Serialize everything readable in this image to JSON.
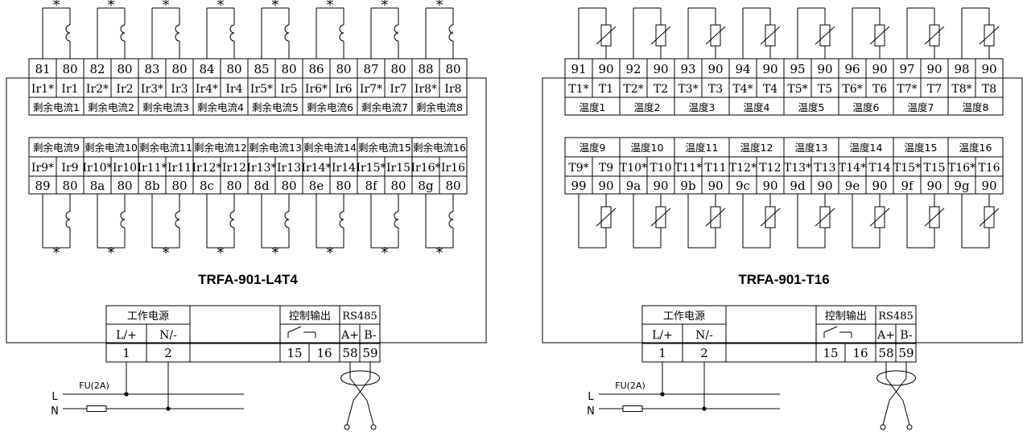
{
  "left": {
    "model": "TRFA-901-L4T4",
    "top_terminals": [
      "81",
      "80",
      "82",
      "80",
      "83",
      "80",
      "84",
      "80",
      "85",
      "80",
      "86",
      "80",
      "87",
      "80",
      "88",
      "80"
    ],
    "top_signals": [
      "Ir1*",
      "Ir1",
      "Ir2*",
      "Ir2",
      "Ir3*",
      "Ir3",
      "Ir4*",
      "Ir4",
      "Ir5*",
      "Ir5",
      "Ir6*",
      "Ir6",
      "Ir7*",
      "Ir7",
      "Ir8*",
      "Ir8"
    ],
    "top_channels": [
      "剩余电流1",
      "剩余电流2",
      "剩余电流3",
      "剩余电流4",
      "剩余电流5",
      "剩余电流6",
      "剩余电流7",
      "剩余电流8"
    ],
    "bottom_channels": [
      "剩余电流9",
      "剩余电流10",
      "剩余电流11",
      "剩余电流12",
      "剩余电流13",
      "剩余电流14",
      "剩余电流15",
      "剩余电流16"
    ],
    "bottom_signals": [
      "Ir9*",
      "Ir9",
      "Ir10*",
      "Ir10",
      "Ir11*",
      "Ir11",
      "Ir12*",
      "Ir12",
      "Ir13*",
      "Ir13",
      "Ir14*",
      "Ir14",
      "Ir15*",
      "Ir15",
      "Ir16*",
      "Ir16"
    ],
    "bottom_terminals": [
      "89",
      "80",
      "8a",
      "80",
      "8b",
      "80",
      "8c",
      "80",
      "8d",
      "80",
      "8e",
      "80",
      "8f",
      "80",
      "8g",
      "80"
    ],
    "sensor_mark": "*"
  },
  "right": {
    "model": "TRFA-901-T16",
    "top_terminals": [
      "91",
      "90",
      "92",
      "90",
      "93",
      "90",
      "94",
      "90",
      "95",
      "90",
      "96",
      "90",
      "97",
      "90",
      "98",
      "90"
    ],
    "top_signals": [
      "T1*",
      "T1",
      "T2*",
      "T2",
      "T3*",
      "T3",
      "T4*",
      "T4",
      "T5*",
      "T5",
      "T6*",
      "T6",
      "T7*",
      "T7",
      "T8*",
      "T8"
    ],
    "top_channels": [
      "温度1",
      "温度2",
      "温度3",
      "温度4",
      "温度5",
      "温度6",
      "温度7",
      "温度8"
    ],
    "bottom_channels": [
      "温度9",
      "温度10",
      "温度11",
      "温度12",
      "温度13",
      "温度14",
      "温度15",
      "温度16"
    ],
    "bottom_signals": [
      "T9*",
      "T9",
      "T10*",
      "T10",
      "T11*",
      "T11",
      "T12*",
      "T12",
      "T13*",
      "T13",
      "T14*",
      "T14",
      "T15*",
      "T15",
      "T16*",
      "T16"
    ],
    "bottom_terminals": [
      "99",
      "90",
      "9a",
      "90",
      "9b",
      "90",
      "9c",
      "90",
      "9d",
      "90",
      "9e",
      "90",
      "9f",
      "90",
      "9g",
      "90"
    ]
  },
  "bottom_block": {
    "power_title": "工作电源",
    "power_labels": [
      "L/+",
      "N/-"
    ],
    "power_terminals": [
      "1",
      "2"
    ],
    "control_title": "控制输出",
    "control_terminals": [
      "15",
      "16"
    ],
    "rs485_title": "RS485",
    "rs485_labels": [
      "A+",
      "B-"
    ],
    "rs485_terminals": [
      "58",
      "59"
    ],
    "fuse_label": "FU(2A)",
    "line_L": "L",
    "line_N": "N"
  }
}
